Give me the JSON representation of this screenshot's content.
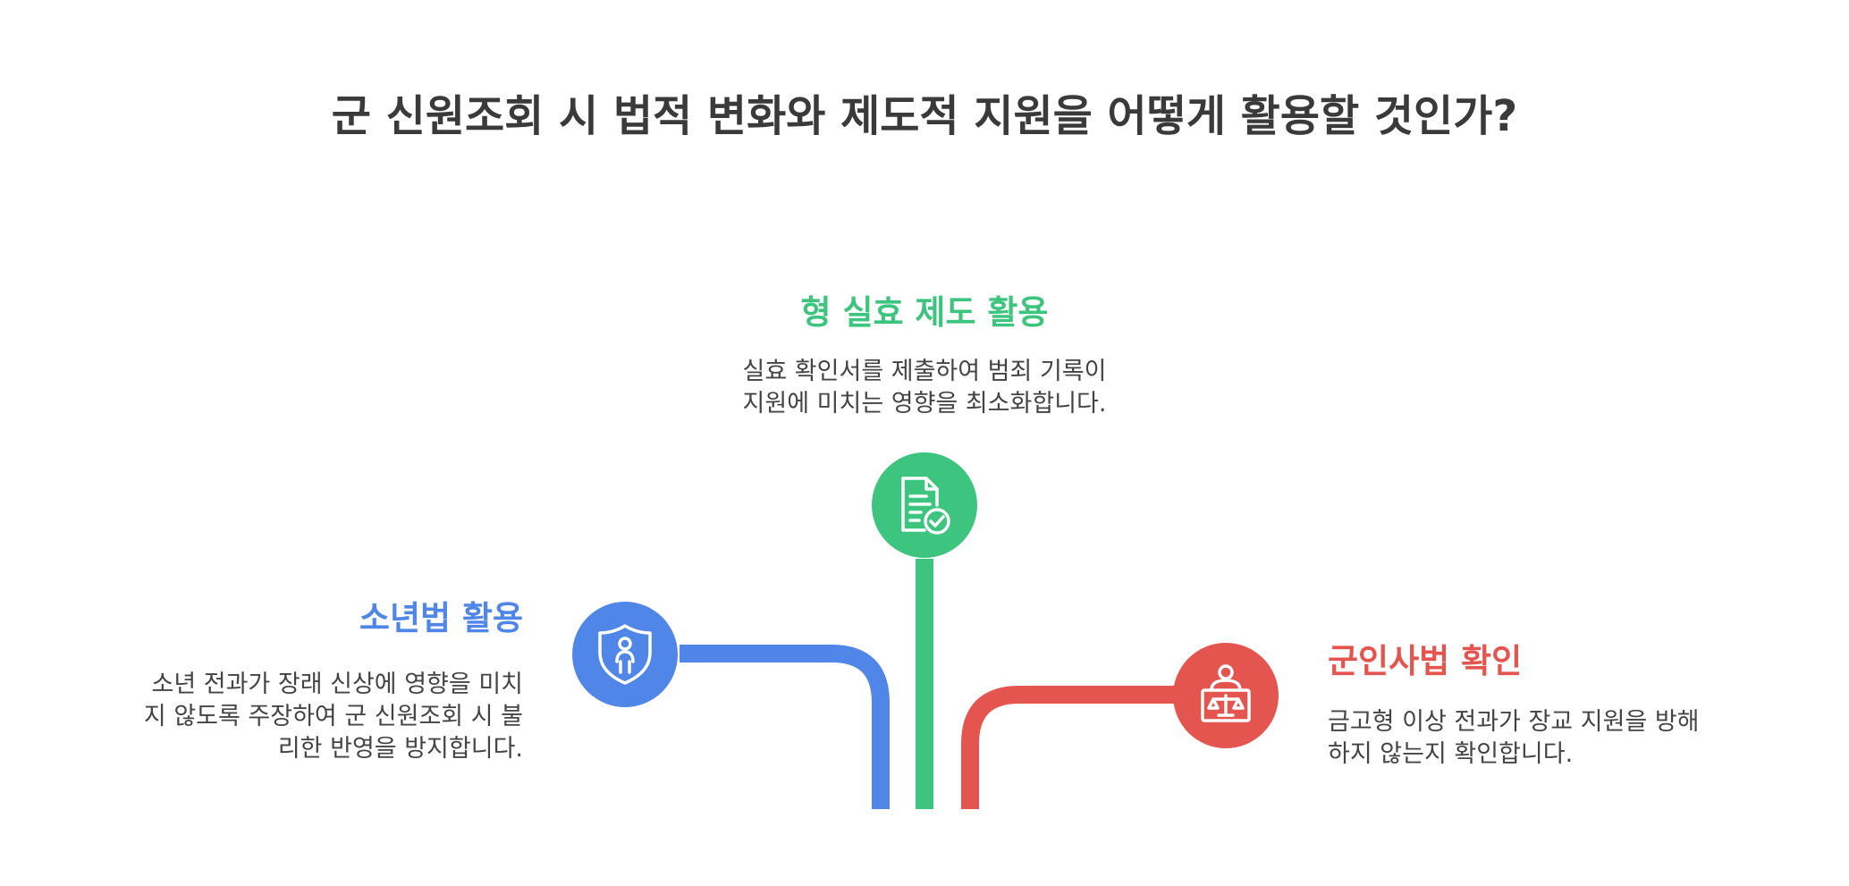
{
  "title": "군 신원조회 시 법적 변화와 제도적 지원을 어떻게 활용할 것인가?",
  "colors": {
    "blue": "#4F86E7",
    "green": "#3DC47E",
    "red": "#E5554F",
    "text": "#3a3a3a"
  },
  "branches": {
    "top": {
      "heading": "형 실효 제도 활용",
      "lines": [
        "실효 확인서를 제출하여 범죄 기록이",
        "지원에 미치는 영향을 최소화합니다."
      ],
      "icon": "document-check-icon"
    },
    "left": {
      "heading": "소년법 활용",
      "lines": [
        "소년 전과가 장래 신상에 영향을 미치",
        "지 않도록 주장하여 군 신원조회 시 불",
        "리한 반영을 방지합니다."
      ],
      "icon": "shield-person-icon"
    },
    "right": {
      "heading": "군인사법 확인",
      "lines": [
        "금고형 이상 전과가 장교 지원을 방해",
        "하지 않는지 확인합니다."
      ],
      "icon": "judge-scales-icon"
    }
  }
}
